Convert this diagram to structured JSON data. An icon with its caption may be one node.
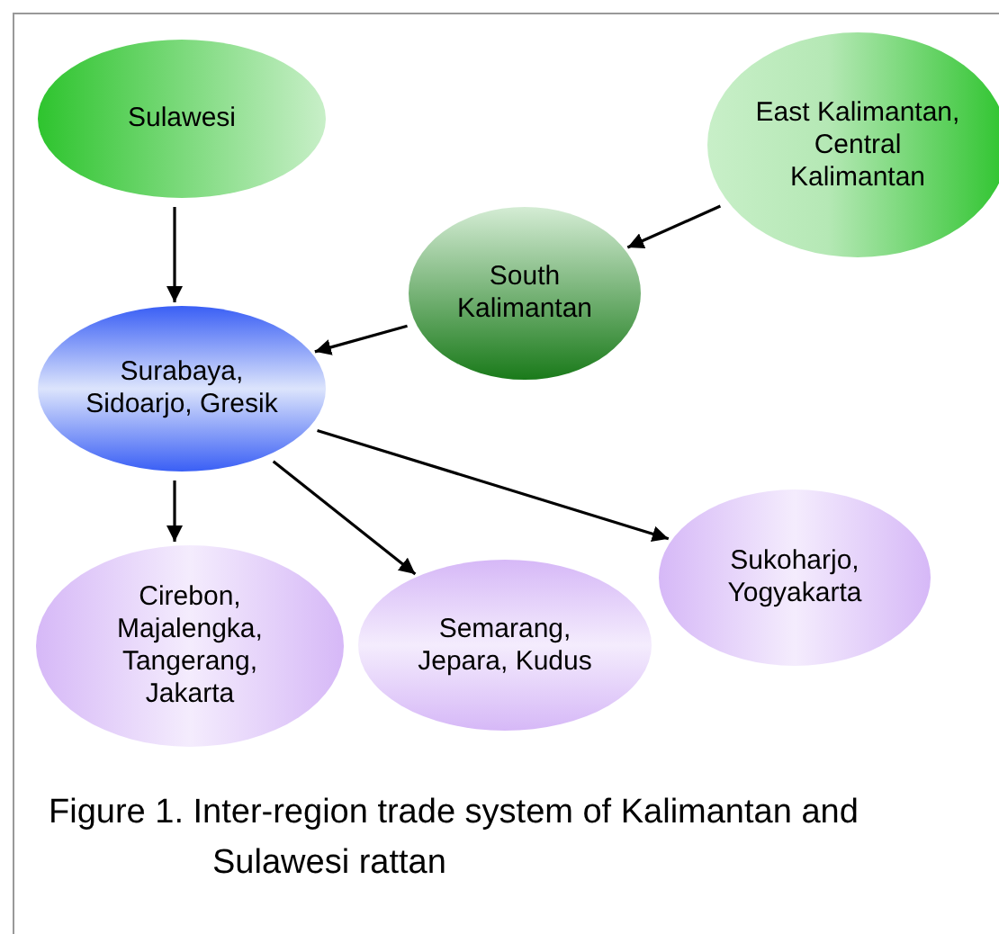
{
  "diagram": {
    "caption": "Figure 1.  Inter-region trade system of Kalimantan and Sulawesi rattan",
    "nodes": [
      {
        "text": [
          "Sulawesi"
        ]
      },
      {
        "text": [
          "East Kalimantan, Central Kalimantan"
        ]
      },
      {
        "text": [
          "South Kalimantan"
        ]
      },
      {
        "text": [
          "Surabaya, Sidoarjo, Gresik"
        ]
      },
      {
        "text": [
          "Cirebon, Majalengka, Tangerang, Jakarta"
        ]
      },
      {
        "text": [
          "Semarang, Jepara, Kudus"
        ]
      },
      {
        "text": [
          "Sukoharjo, Yogyakarta"
        ]
      }
    ],
    "edges": [
      {
        "from": 0,
        "to": 3,
        "arrow": "to"
      },
      {
        "from": 1,
        "to": 2,
        "arrow": "to"
      },
      {
        "from": 2,
        "to": 3,
        "arrow": "to"
      },
      {
        "from": 3,
        "to": 4,
        "arrow": "to"
      },
      {
        "from": 3,
        "to": 5,
        "arrow": "to"
      },
      {
        "from": 3,
        "to": 6,
        "arrow": "to"
      }
    ]
  }
}
